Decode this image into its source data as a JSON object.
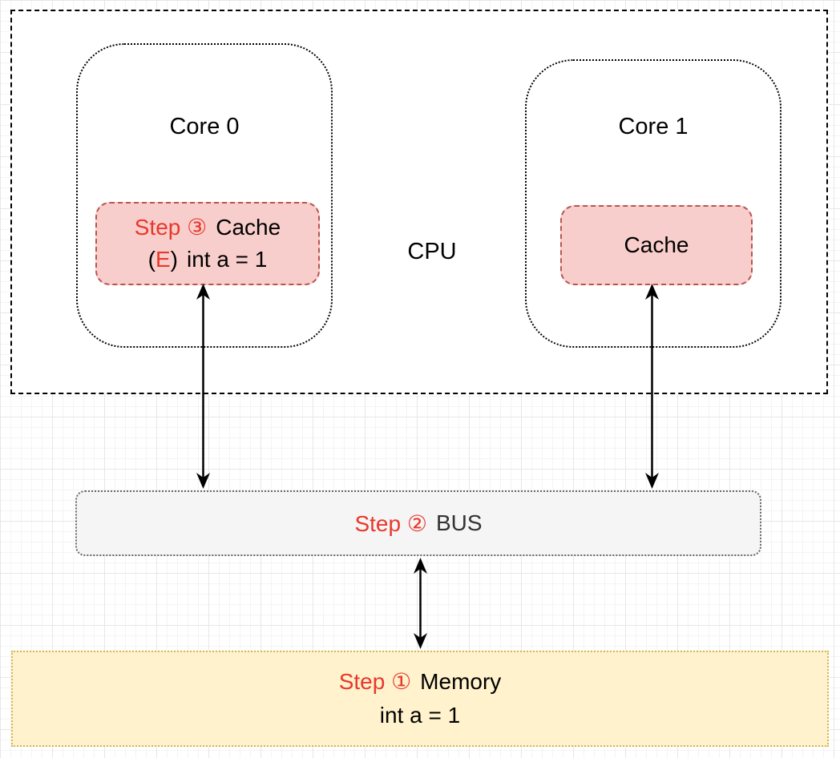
{
  "diagram": {
    "cpu": {
      "label": "CPU"
    },
    "core0": {
      "label": "Core 0",
      "cache": {
        "step_label": "Step ③",
        "title": "Cache",
        "state_open": "(",
        "state_letter": "E",
        "state_close": ")",
        "value": "int a = 1"
      }
    },
    "core1": {
      "label": "Core 1",
      "cache": {
        "title": "Cache"
      }
    },
    "bus": {
      "step_label": "Step ②",
      "title": "BUS"
    },
    "memory": {
      "step_label": "Step ①",
      "title": "Memory",
      "value": "int a = 1"
    },
    "colors": {
      "step_red": "#e8382c",
      "cache_fill": "#f8cecc",
      "cache_border": "#b85450",
      "bus_fill": "#f5f5f5",
      "bus_border": "#666666",
      "bus_text": "#333333",
      "memory_fill": "#fff2cc",
      "memory_border": "#d6b656",
      "cpu_border": "#000000"
    }
  }
}
